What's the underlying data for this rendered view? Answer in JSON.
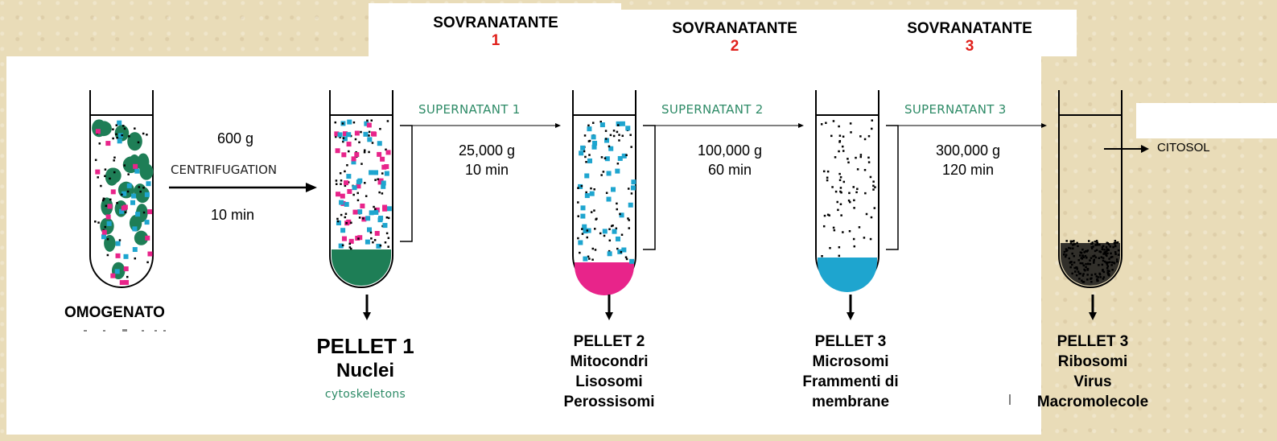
{
  "sovranatante": [
    {
      "label": "SOVRANATANTE",
      "num": "1"
    },
    {
      "label": "SOVRANATANTE",
      "num": "2"
    },
    {
      "label": "SOVRANATANTE",
      "num": "3"
    }
  ],
  "supernatant": [
    "SUPERNATANT 1",
    "SUPERNATANT 2",
    "SUPERNATANT 3"
  ],
  "step1": {
    "force": "600 g",
    "method": "CENTRIFUGATION",
    "time": "10 min"
  },
  "step2": {
    "force": "25,000 g",
    "time": "10 min"
  },
  "step3": {
    "force": "100,000 g",
    "time": "60 min"
  },
  "step4": {
    "force": "300,000 g",
    "time": "120 min"
  },
  "citosol": "CITOSOL",
  "omogenato": "OMOGENATO",
  "pellet1": {
    "title": "PELLET 1",
    "line1": "Nuclei",
    "note": "cytoskeletons"
  },
  "pellet2": {
    "title": "PELLET 2",
    "line1": "Mitocondri",
    "line2": "Lisosomi",
    "line3": "Perossisomi"
  },
  "pellet3": {
    "title": "PELLET 3",
    "line1": "Microsomi",
    "line2": "Frammenti di",
    "line3": "membrane"
  },
  "pellet4": {
    "title": "PELLET 3",
    "line1": "Ribosomi",
    "line2": "Virus",
    "line3": "Macromolecole"
  },
  "colors": {
    "green": "#1e7e56",
    "pink": "#e8248a",
    "cyan": "#1ea5cf",
    "red": "#e0201b"
  }
}
